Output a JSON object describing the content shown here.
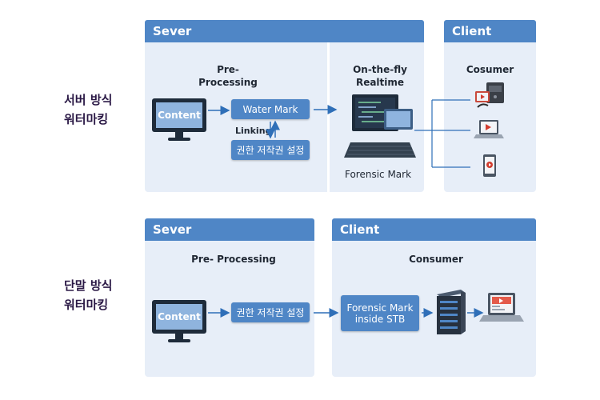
{
  "row1": {
    "label_line1": "서버 방식",
    "label_line2": "워터마킹",
    "server_header": "Sever",
    "client_header": "Client",
    "pre_processing_line1": "Pre-",
    "pre_processing_line2": "Processing",
    "content_label": "Content",
    "watermark_label": "Water Mark",
    "linking_label": "Linking",
    "rights_label": "권한 저작권 설정",
    "onthefly_line1": "On-the-fly",
    "onthefly_line2": "Realtime",
    "forensic_label": "Forensic Mark",
    "consumer_label": "Cosumer"
  },
  "row2": {
    "label_line1": "단말 방식",
    "label_line2": "워터마킹",
    "server_header": "Sever",
    "client_header": "Client",
    "pre_processing_label": "Pre- Processing",
    "content_label": "Content",
    "rights_label": "권한 저작권 설정",
    "consumer_label": "Consumer",
    "forensic_line1": "Forensic Mark",
    "forensic_line2": "inside STB"
  },
  "colors": {
    "header_blue": "#4f86c6",
    "panel_bg": "#e7eef8",
    "label_purple": "#2a1845",
    "arrow_blue": "#2f6fb8"
  }
}
